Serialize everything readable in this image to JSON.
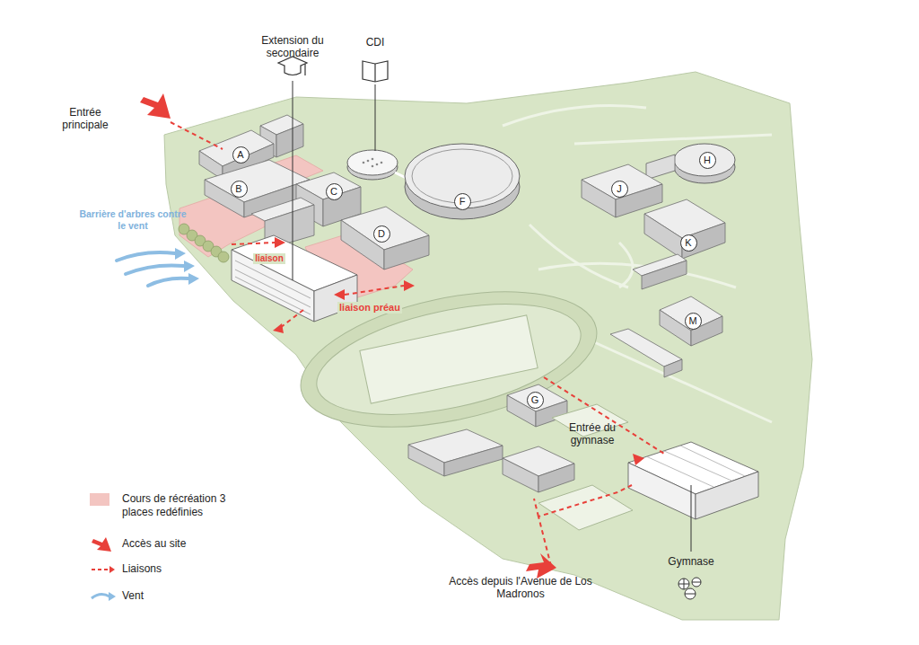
{
  "diagram": {
    "nodes": [
      {
        "text": [
          "A"
        ]
      },
      {
        "text": [
          "B"
        ]
      },
      {
        "text": [
          "C"
        ]
      },
      {
        "text": [
          "D"
        ]
      },
      {
        "text": [
          "F"
        ]
      },
      {
        "text": [
          "H"
        ]
      },
      {
        "text": [
          "J"
        ]
      },
      {
        "text": [
          "K"
        ]
      },
      {
        "text": [
          "M"
        ]
      },
      {
        "text": [
          "G"
        ]
      }
    ],
    "labels": [
      "Extension du secondaire",
      "CDI",
      "Entrée principale",
      "Barrière d'arbres contre le vent",
      "liaison",
      "liaison préau",
      "Entrée du gymnase",
      "Accès depuis l'Avenue de Los Madronos",
      "Gymnase"
    ],
    "legend": [
      {
        "text": "Cours de récréation 3 places redéfinies",
        "color": "#f3c5c1"
      },
      {
        "text": "Accès au site"
      },
      {
        "text": "Liaisons"
      },
      {
        "text": "Vent"
      }
    ]
  }
}
